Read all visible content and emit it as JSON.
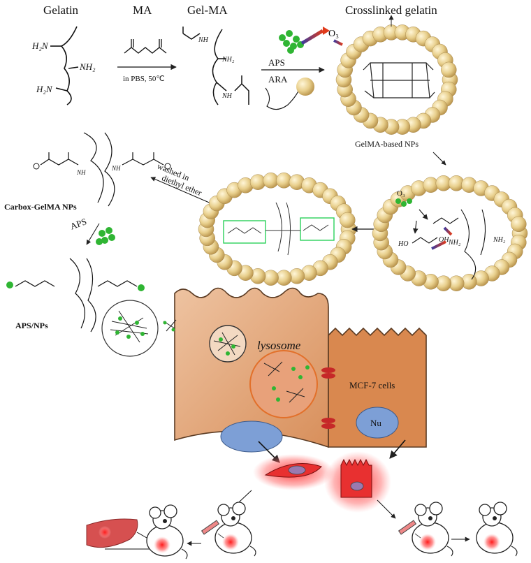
{
  "top_row": {
    "gelatin": "Gelatin",
    "ma": "MA",
    "gelma": "Gel-MA",
    "crosslinked": "Crosslinked gelatin",
    "reaction_condition": "in PBS, 50℃",
    "aps": "APS",
    "ara": "ARA",
    "o3": "O₃",
    "nh2_a": "NH₂",
    "nh2_b": "NH₂",
    "nh2_c": "H₂N",
    "nh2_d": "H₂N",
    "gelma_nh": "NH",
    "gelma_nh2": "NH₂"
  },
  "middle_row": {
    "gelma_nps": "GelMA-based NPs",
    "washed": "washed in",
    "ether": "diethyl ether",
    "carbox": "Carbox-GelMA NPs",
    "aps": "APS",
    "aps_nps": "APS/NPs",
    "o3": "O₃",
    "nh2": "NH₂",
    "nh2_b": "NH₂",
    "ho": "HO",
    "oh": "OH",
    "nh_left": "NH",
    "nh_right": "NH"
  },
  "cells": {
    "lysosome": "lysosome",
    "mcf7": "MCF-7 cells",
    "nu": "Nu"
  },
  "colors": {
    "cell_fill": "#e4a77a",
    "cell_fill_light": "#ecc19f",
    "cell_dark": "#c77a47",
    "nucleus": "#7d9fd6",
    "lysosome_ring": "#e2702a",
    "bead": "#e6cf8f",
    "green": "#2fb533",
    "red_glow": "#e83030",
    "box_green": "#2bd15a"
  }
}
